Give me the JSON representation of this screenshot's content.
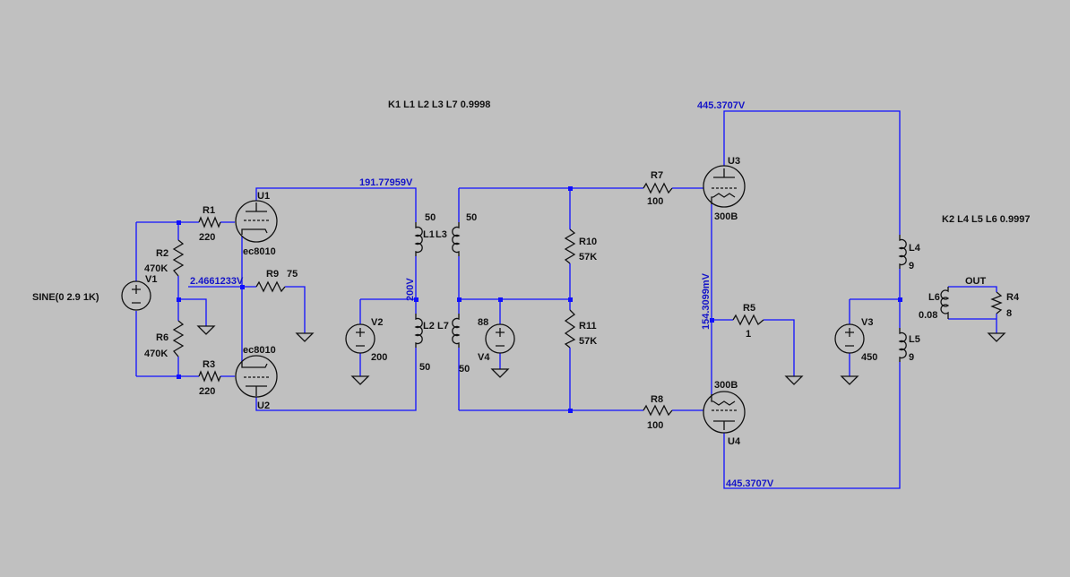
{
  "directives": {
    "k1": "K1 L1 L2 L3 L7 0.9998",
    "k2": "K2 L4 L5 L6 0.9997"
  },
  "source": {
    "v1_value": "SINE(0 2.9 1K)",
    "v1_name": "V1"
  },
  "components": {
    "r1_name": "R1",
    "r1_value": "220",
    "r2_name": "R2",
    "r2_value": "470K",
    "r3_name": "R3",
    "r3_value": "220",
    "r6_name": "R6",
    "r6_value": "470K",
    "r9_name": "R9",
    "r9_value": "75",
    "u1_name": "U1",
    "u1_model": "ec8010",
    "u2_name": "U2",
    "u2_model": "ec8010",
    "l1_name": "L1",
    "l1_value": "50",
    "l2_name": "L2",
    "l2_value": "50",
    "l3_name": "L3",
    "l3_value": "50",
    "l7_name": "L7",
    "l7_value": "50",
    "v2_name": "V2",
    "v2_value": "200",
    "v4_name": "V4",
    "v4_value": "88",
    "r10_name": "R10",
    "r10_value": "57K",
    "r11_name": "R11",
    "r11_value": "57K",
    "r7_name": "R7",
    "r7_value": "100",
    "r8_name": "R8",
    "r8_value": "100",
    "u3_name": "U3",
    "u3_model": "300B",
    "u4_name": "U4",
    "u4_model": "300B",
    "r5_name": "R5",
    "r5_value": "1",
    "v3_name": "V3",
    "v3_value": "450",
    "l4_name": "L4",
    "l4_value": "9",
    "l5_name": "L5",
    "l5_value": "9",
    "l6_name": "L6",
    "l6_value": "0.08",
    "r4_name": "R4",
    "r4_value": "8",
    "out_label": "OUT"
  },
  "voltages": {
    "u1_plate": "191.77959V",
    "cathode": "2.4661233V",
    "l1_center": "200V",
    "u3_plate": "445.3707V",
    "u4_plate": "445.3707V",
    "output_cathode": "154.3099mV"
  },
  "colors": {
    "background": "#c0c0c0",
    "wire": "#1010ff",
    "voltage_text": "#1414c8",
    "symbol": "#111111"
  }
}
